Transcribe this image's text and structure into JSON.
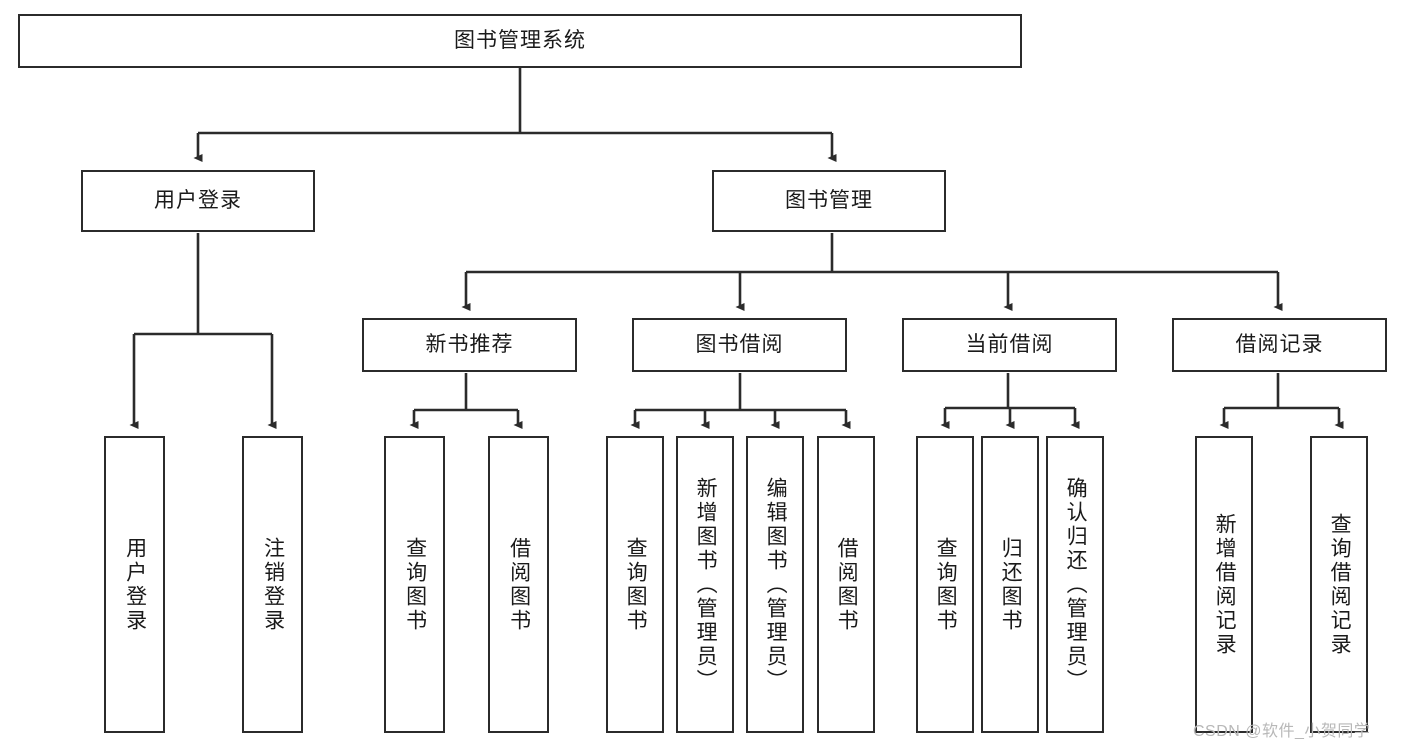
{
  "diagram": {
    "type": "tree-hierarchy-chart",
    "title": "图书管理系统",
    "watermark": "CSDN @软件_小贺同学",
    "colors": {
      "stroke": "#2b2b2b",
      "fill": "#ffffff",
      "text": "#1a1a1a",
      "watermark": "#b8b8b8"
    },
    "nodes": {
      "root": {
        "label": "图书管理系统",
        "level": 1
      },
      "level2": [
        {
          "id": "user-login",
          "label": "用户登录"
        },
        {
          "id": "book-management",
          "label": "图书管理"
        }
      ],
      "level3": [
        {
          "id": "new-book-recommend",
          "label": "新书推荐"
        },
        {
          "id": "book-borrow",
          "label": "图书借阅"
        },
        {
          "id": "current-borrow",
          "label": "当前借阅"
        },
        {
          "id": "borrow-record",
          "label": "借阅记录"
        }
      ],
      "leaves": {
        "user-login": [
          {
            "id": "leaf-user-login",
            "label": "用户登录"
          },
          {
            "id": "leaf-logout",
            "label": "注销登录"
          }
        ],
        "new-book-recommend": [
          {
            "id": "leaf-query-book-1",
            "label": "查询图书"
          },
          {
            "id": "leaf-borrow-book-1",
            "label": "借阅图书"
          }
        ],
        "book-borrow": [
          {
            "id": "leaf-query-book-2",
            "label": "查询图书"
          },
          {
            "id": "leaf-add-book",
            "label": "新增图书（管理员）"
          },
          {
            "id": "leaf-edit-book",
            "label": "编辑图书（管理员）"
          },
          {
            "id": "leaf-borrow-book-2",
            "label": "借阅图书"
          }
        ],
        "current-borrow": [
          {
            "id": "leaf-query-book-3",
            "label": "查询图书"
          },
          {
            "id": "leaf-return-book",
            "label": "归还图书"
          },
          {
            "id": "leaf-confirm-return",
            "label": "确认归还（管理员）"
          }
        ],
        "borrow-record": [
          {
            "id": "leaf-add-record",
            "label": "新增借阅记录"
          },
          {
            "id": "leaf-query-record",
            "label": "查询借阅记录"
          }
        ]
      }
    }
  }
}
